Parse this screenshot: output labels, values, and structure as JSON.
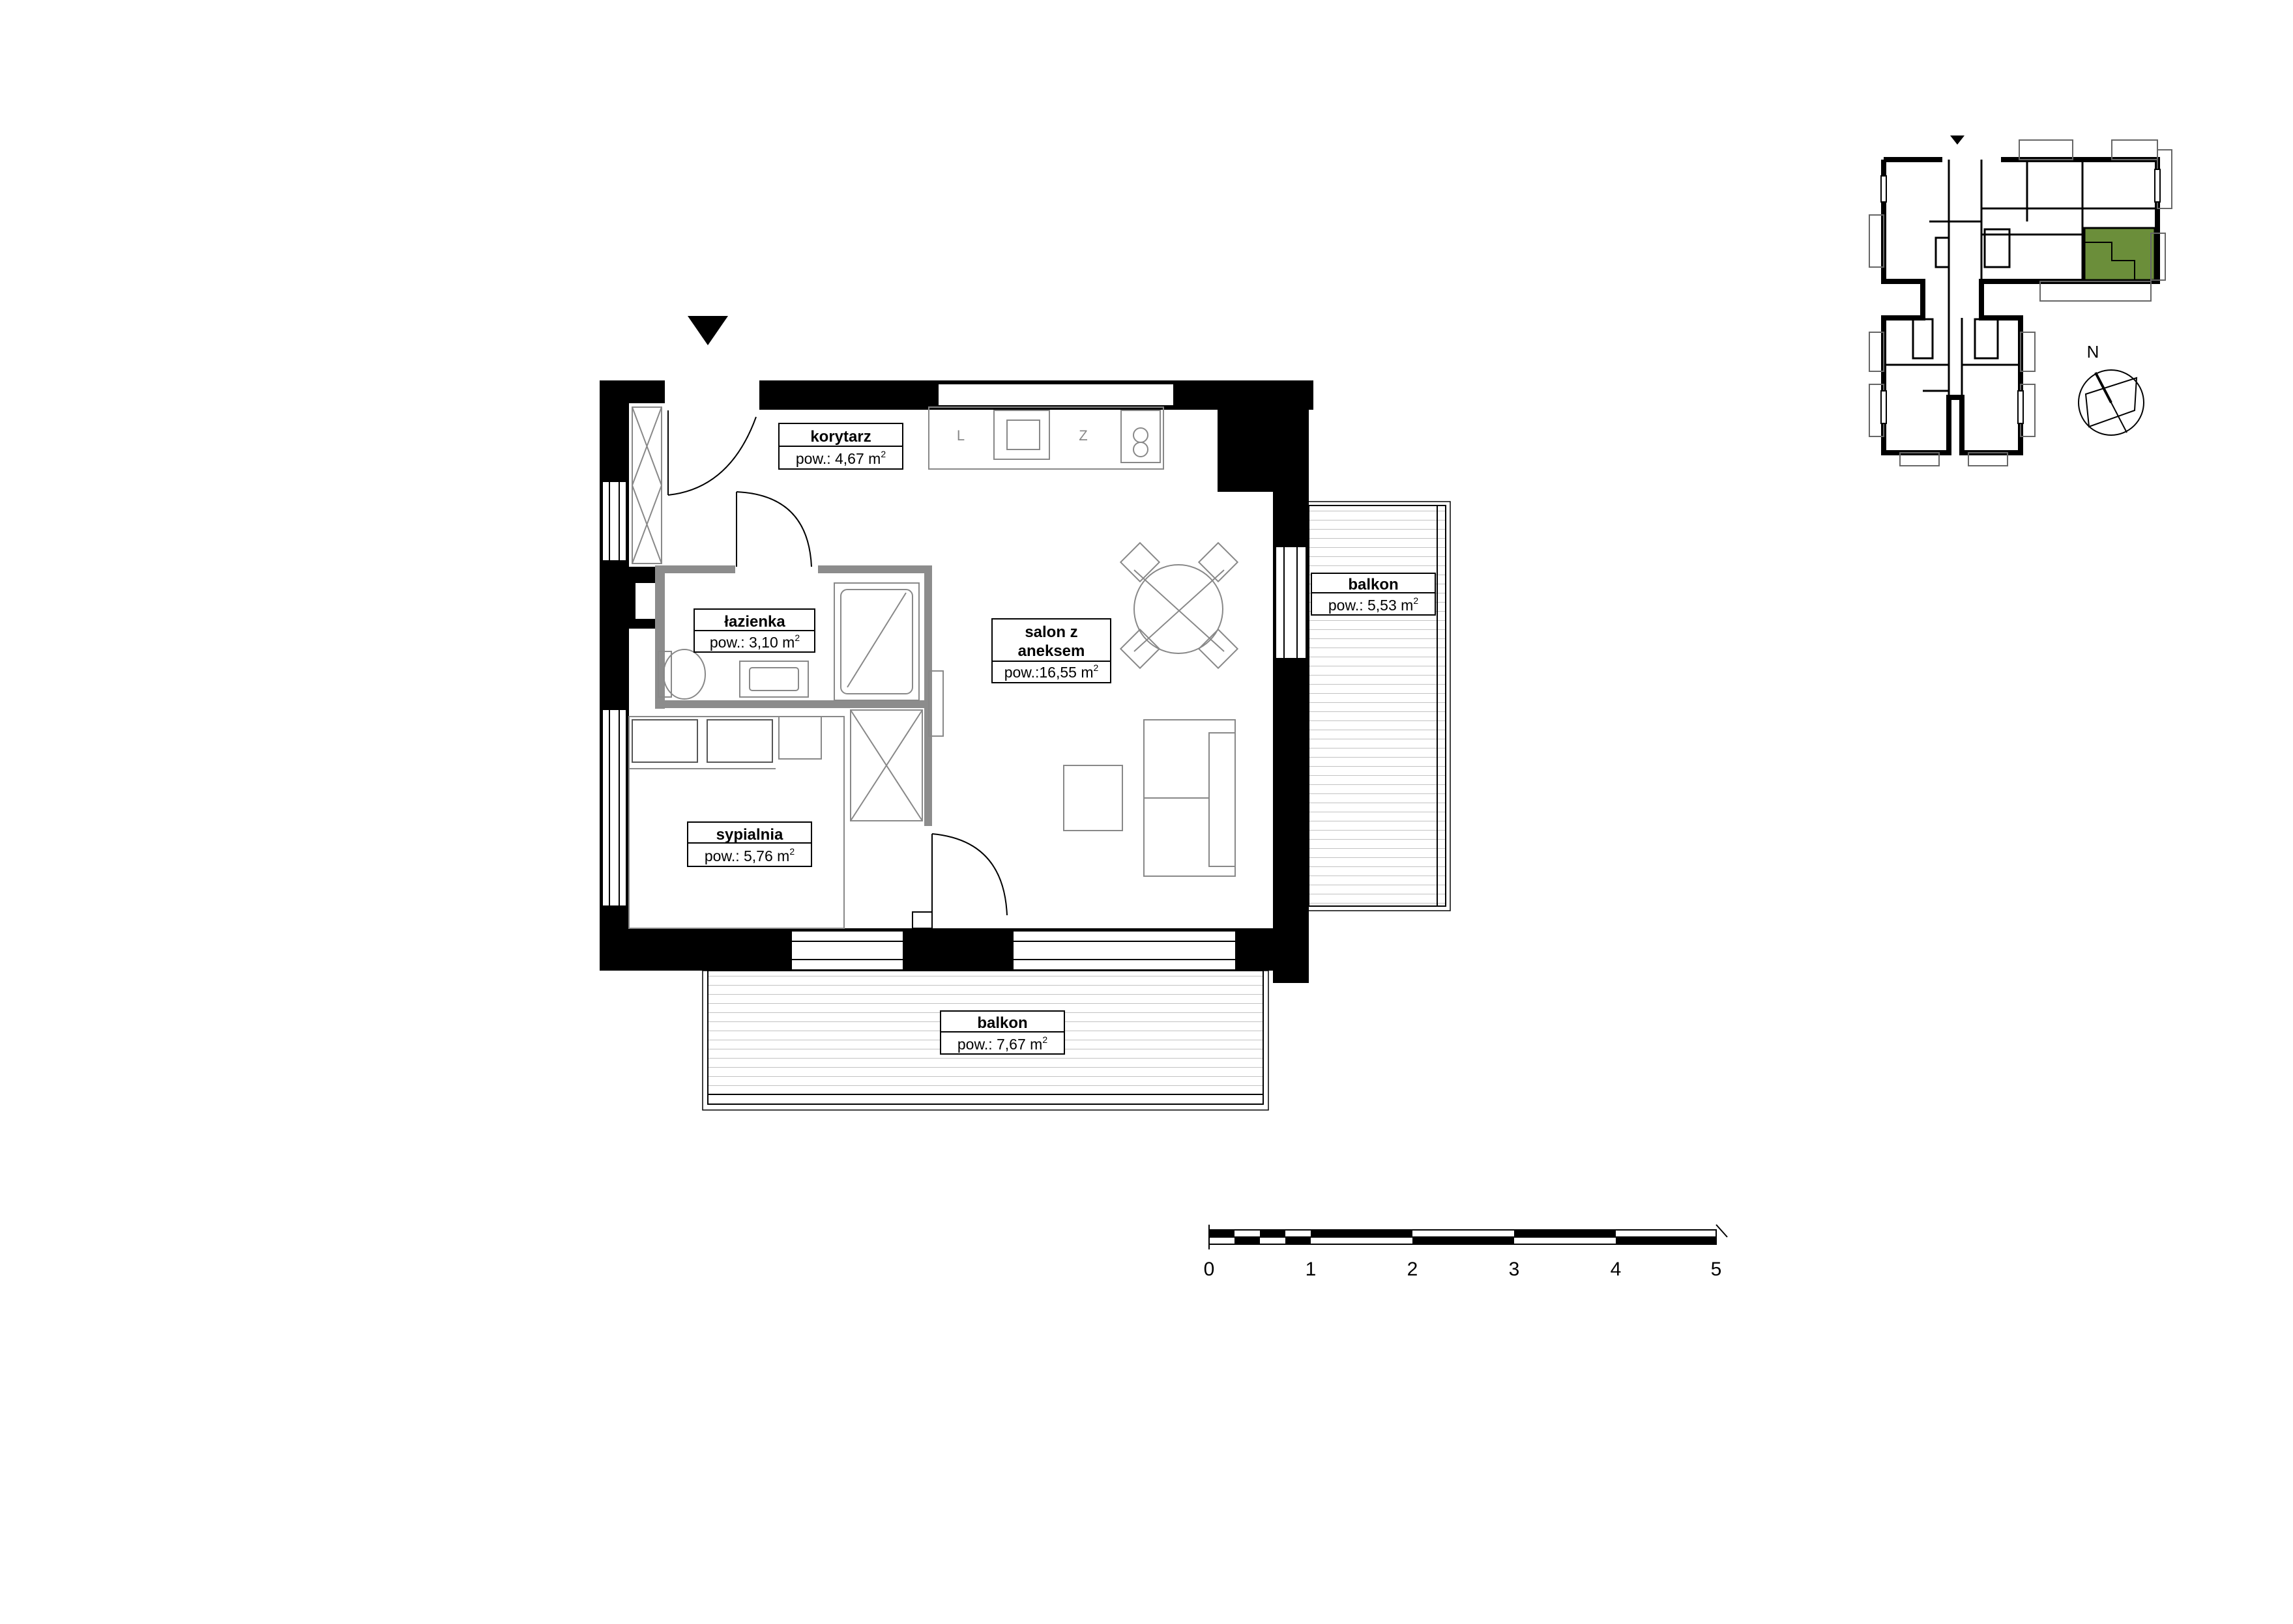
{
  "rooms": {
    "korytarz": {
      "name": "korytarz",
      "area": "pow.: 4,67 m",
      "unit_sup": "2"
    },
    "lazienka": {
      "name": "łazienka",
      "area": "pow.: 3,10 m",
      "unit_sup": "2"
    },
    "salon": {
      "name_line1": "salon z",
      "name_line2": "aneksem",
      "area": "pow.:16,55 m",
      "unit_sup": "2"
    },
    "sypialnia": {
      "name": "sypialnia",
      "area": "pow.: 5,76 m",
      "unit_sup": "2"
    },
    "balkon_east": {
      "name": "balkon",
      "area": "pow.: 5,53 m",
      "unit_sup": "2"
    },
    "balkon_south": {
      "name": "balkon",
      "area": "pow.: 7,67 m",
      "unit_sup": "2"
    }
  },
  "kitchen": {
    "sink_letter": "L",
    "fridge_letter": "Z"
  },
  "compass": {
    "label": "N"
  },
  "scale_bar": {
    "ticks": [
      "0",
      "1",
      "2",
      "3",
      "4",
      "5"
    ]
  },
  "colors": {
    "highlight": "#6b8e3a",
    "wall": "#000000",
    "partition": "#8c8c8c"
  },
  "icons": {
    "entrance": "entrance-arrow-icon",
    "compass": "compass-icon"
  }
}
